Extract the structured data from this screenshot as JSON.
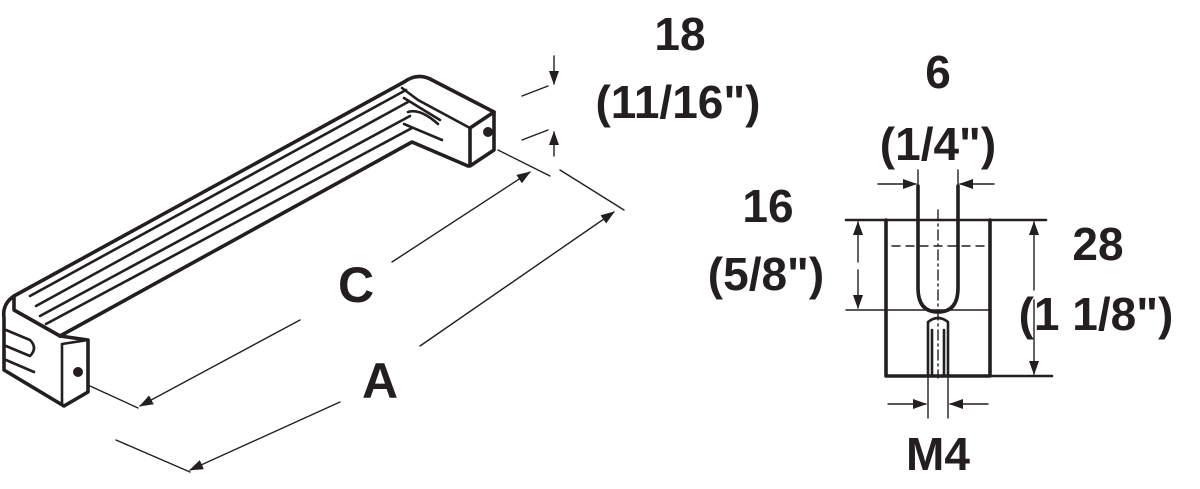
{
  "dimensions": {
    "height_18": "18",
    "height_18_inch": "(11/16\")",
    "width_6": "6",
    "width_6_inch": "(1/4\")",
    "depth_16": "16",
    "depth_16_inch": "(5/8\")",
    "total_28": "28",
    "total_28_inch": "(1 1/8\")",
    "thread": "M4",
    "center_distance": "C",
    "overall_length": "A"
  },
  "colors": {
    "ink": "#231f20",
    "background": "#ffffff"
  }
}
